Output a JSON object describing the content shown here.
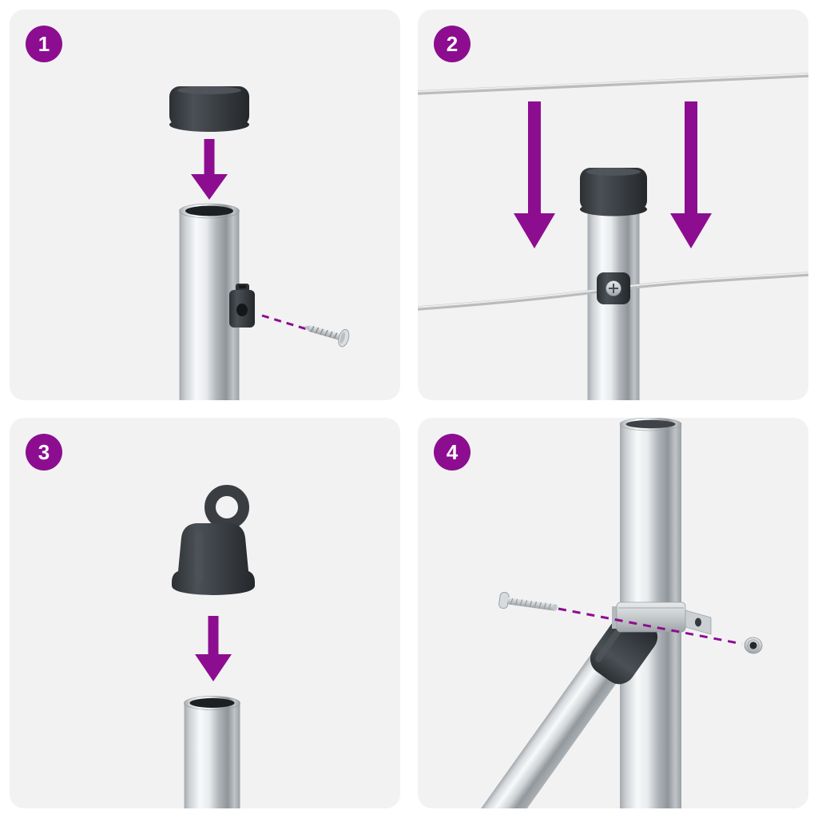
{
  "page": {
    "kind": "assembly-instruction-sheet",
    "panel_count": 4
  },
  "colors": {
    "page_bg": "#ffffff",
    "panel_background": "#f2f2f3",
    "accent_purple": "#8d0d90",
    "part_dark": "#3a3e43",
    "metal_light": "#f7f9fa",
    "metal_dark": "#90959a",
    "wire_gray": "#b9bbbc"
  },
  "steps": [
    {
      "number": "1",
      "parts": [
        "post-cap",
        "down-arrow-icon",
        "open-top-post",
        "clip-bracket",
        "screw",
        "dashed-guide-line"
      ]
    },
    {
      "number": "2",
      "parts": [
        "tension-wire-top",
        "down-arrow-left-icon",
        "down-arrow-right-icon",
        "capped-post",
        "tension-wire-lower",
        "wire-clip-with-screw"
      ]
    },
    {
      "number": "3",
      "parts": [
        "eyelet-cap",
        "down-arrow-icon",
        "open-top-post"
      ]
    },
    {
      "number": "4",
      "parts": [
        "vertical-post",
        "diagonal-brace",
        "brace-connector",
        "post-clamp",
        "bolt",
        "nut",
        "dashed-guide-line"
      ]
    }
  ]
}
